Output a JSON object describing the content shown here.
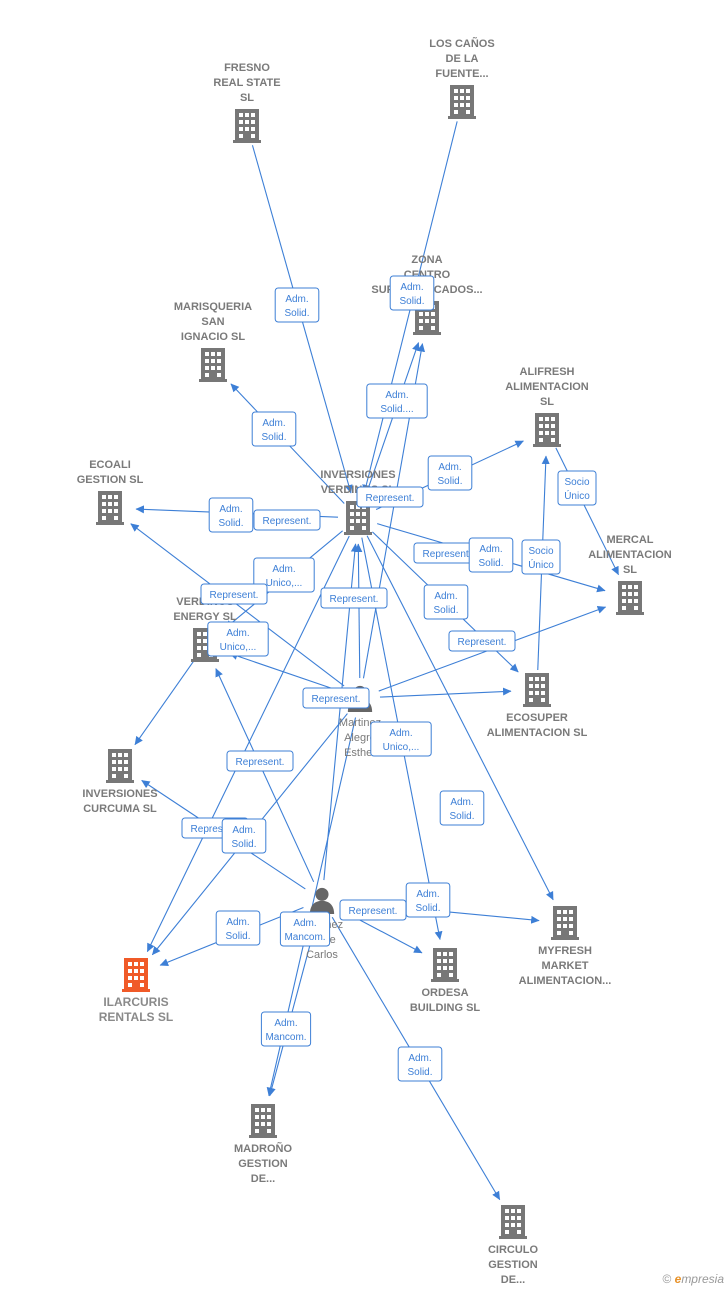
{
  "colors": {
    "edge": "#3d7fd6",
    "company": "#777777",
    "focus_company": "#f05a28",
    "person": "#666666",
    "text": "#7a7a7a"
  },
  "nodes": [
    {
      "id": "fresno",
      "type": "company",
      "icon": "building-icon",
      "label": [
        "FRESNO",
        "REAL STATE",
        "SL"
      ]
    },
    {
      "id": "loscanos",
      "type": "company",
      "icon": "building-icon",
      "label": [
        "LOS CAÑOS",
        "DE LA",
        "FUENTE..."
      ]
    },
    {
      "id": "zona",
      "type": "company",
      "icon": "building-icon",
      "label": [
        "ZONA",
        "CENTRO",
        "SUPERMERCADOS..."
      ]
    },
    {
      "id": "marisqueria",
      "type": "company",
      "icon": "building-icon",
      "label": [
        "MARISQUERIA",
        "SAN",
        "IGNACIO SL"
      ]
    },
    {
      "id": "alifresh",
      "type": "company",
      "icon": "building-icon",
      "label": [
        "ALIFRESH",
        "ALIMENTACION",
        "SL"
      ]
    },
    {
      "id": "ecoali",
      "type": "company",
      "icon": "building-icon",
      "label": [
        "ECOALI",
        "GESTION SL"
      ]
    },
    {
      "id": "inversionesverdinos",
      "type": "company",
      "icon": "building-icon",
      "label": [
        "INVERSIONES",
        "VERDINOS SL"
      ]
    },
    {
      "id": "mercal",
      "type": "company",
      "icon": "building-icon",
      "label": [
        "MERCAL",
        "ALIMENTACION",
        "SL"
      ]
    },
    {
      "id": "verdinosenergy",
      "type": "company",
      "icon": "building-icon",
      "label": [
        "VERDINOS",
        "ENERGY SL"
      ]
    },
    {
      "id": "ecosuper",
      "type": "company",
      "icon": "building-icon",
      "label": [
        "ECOSUPER",
        "ALIMENTACION SL"
      ]
    },
    {
      "id": "martinez",
      "type": "person",
      "icon": "person-icon",
      "label": [
        "Martinez",
        "Alegre",
        "Esther"
      ]
    },
    {
      "id": "curcuma",
      "type": "company",
      "icon": "building-icon",
      "label": [
        "INVERSIONES",
        "CURCUMA SL"
      ]
    },
    {
      "id": "myfresh",
      "type": "company",
      "icon": "building-icon",
      "label": [
        "MYFRESH",
        "MARKET",
        "ALIMENTACION..."
      ]
    },
    {
      "id": "carlos",
      "type": "person",
      "icon": "person-icon",
      "label": [
        "Martinez",
        "Jorge",
        "Carlos"
      ]
    },
    {
      "id": "ordesa",
      "type": "company",
      "icon": "building-icon",
      "label": [
        "ORDESA",
        "BUILDING SL"
      ]
    },
    {
      "id": "ilarcuris",
      "type": "company",
      "icon": "building-icon",
      "focus": true,
      "label": [
        "ILARCURIS",
        "RENTALS SL"
      ]
    },
    {
      "id": "madrono",
      "type": "company",
      "icon": "building-icon",
      "label": [
        "MADROÑO",
        "GESTION",
        "DE..."
      ]
    },
    {
      "id": "circulo",
      "type": "company",
      "icon": "building-icon",
      "label": [
        "CIRCULO",
        "GESTION",
        "DE..."
      ]
    }
  ],
  "edges": [
    {
      "from": "fresno",
      "to": "inversionesverdinos",
      "label": [
        "Adm.",
        "Solid."
      ]
    },
    {
      "from": "loscanos",
      "to": "inversionesverdinos",
      "label": [
        "Adm.",
        "Solid."
      ]
    },
    {
      "from": "inversionesverdinos",
      "to": "zona",
      "label": [
        "Adm.",
        "Solid...."
      ]
    },
    {
      "from": "inversionesverdinos",
      "to": "marisqueria",
      "label": [
        "Adm.",
        "Solid."
      ]
    },
    {
      "from": "inversionesverdinos",
      "to": "alifresh",
      "label": [
        "Adm.",
        "Solid."
      ]
    },
    {
      "from": "inversionesverdinos",
      "to": "ecoali",
      "label": [
        "Adm.",
        "Solid."
      ]
    },
    {
      "from": "martinez",
      "to": "ecoali",
      "label": [
        "Represent."
      ]
    },
    {
      "from": "martinez",
      "to": "inversionesverdinos",
      "label": [
        "Represent."
      ]
    },
    {
      "from": "inversionesverdinos",
      "to": "verdinosenergy",
      "label": [
        "Adm.",
        "Unico,..."
      ]
    },
    {
      "from": "martinez",
      "to": "verdinosenergy",
      "label": [
        "Represent."
      ]
    },
    {
      "from": "martinez",
      "to": "mercal",
      "label": [
        "Represent."
      ]
    },
    {
      "from": "inversionesverdinos",
      "to": "ecosuper",
      "label": [
        "Adm.",
        "Solid."
      ]
    },
    {
      "from": "inversionesverdinos",
      "to": "mercal",
      "label": [
        "Adm.",
        "Solid."
      ]
    },
    {
      "from": "alifresh",
      "to": "mercal",
      "label": [
        "Socio",
        "Único"
      ]
    },
    {
      "from": "ecosuper",
      "to": "alifresh",
      "label": [
        "Socio",
        "Único"
      ]
    },
    {
      "from": "martinez",
      "to": "ecosuper",
      "label": [
        "Represent."
      ]
    },
    {
      "from": "verdinosenergy",
      "to": "curcuma",
      "label": [
        "Adm.",
        "Unico,..."
      ]
    },
    {
      "from": "martinez",
      "to": "ilarcuris",
      "label": [
        "Represent."
      ]
    },
    {
      "from": "inversionesverdinos",
      "to": "myfresh",
      "label": [
        "Adm.",
        "Solid."
      ]
    },
    {
      "from": "inversionesverdinos",
      "to": "ordesa",
      "label": [
        "Adm.",
        "Unico,..."
      ]
    },
    {
      "from": "carlos",
      "to": "verdinosenergy",
      "label": [
        "Represent."
      ]
    },
    {
      "from": "carlos",
      "to": "curcuma",
      "label": [
        "Represent."
      ]
    },
    {
      "from": "inversionesverdinos",
      "to": "ilarcuris",
      "label": [
        "Adm.",
        "Solid."
      ]
    },
    {
      "from": "carlos",
      "to": "ilarcuris",
      "label": [
        "Adm.",
        "Solid."
      ]
    },
    {
      "from": "carlos",
      "to": "inversionesverdinos",
      "label": [
        "Adm.",
        "Mancom."
      ]
    },
    {
      "from": "carlos",
      "to": "ordesa",
      "label": [
        "Represent."
      ]
    },
    {
      "from": "carlos",
      "to": "myfresh",
      "label": [
        "Adm.",
        "Solid."
      ]
    },
    {
      "from": "carlos",
      "to": "madrono",
      "label": [
        "Adm.",
        "Mancom."
      ]
    },
    {
      "from": "carlos",
      "to": "circulo",
      "label": [
        "Adm.",
        "Solid."
      ]
    },
    {
      "from": "martinez",
      "to": "zona",
      "label": [
        "Represent."
      ]
    },
    {
      "from": "martinez",
      "to": "madrono",
      "label": []
    }
  ],
  "brand": {
    "copyright": "©",
    "e": "e",
    "rest": "mpresia"
  }
}
